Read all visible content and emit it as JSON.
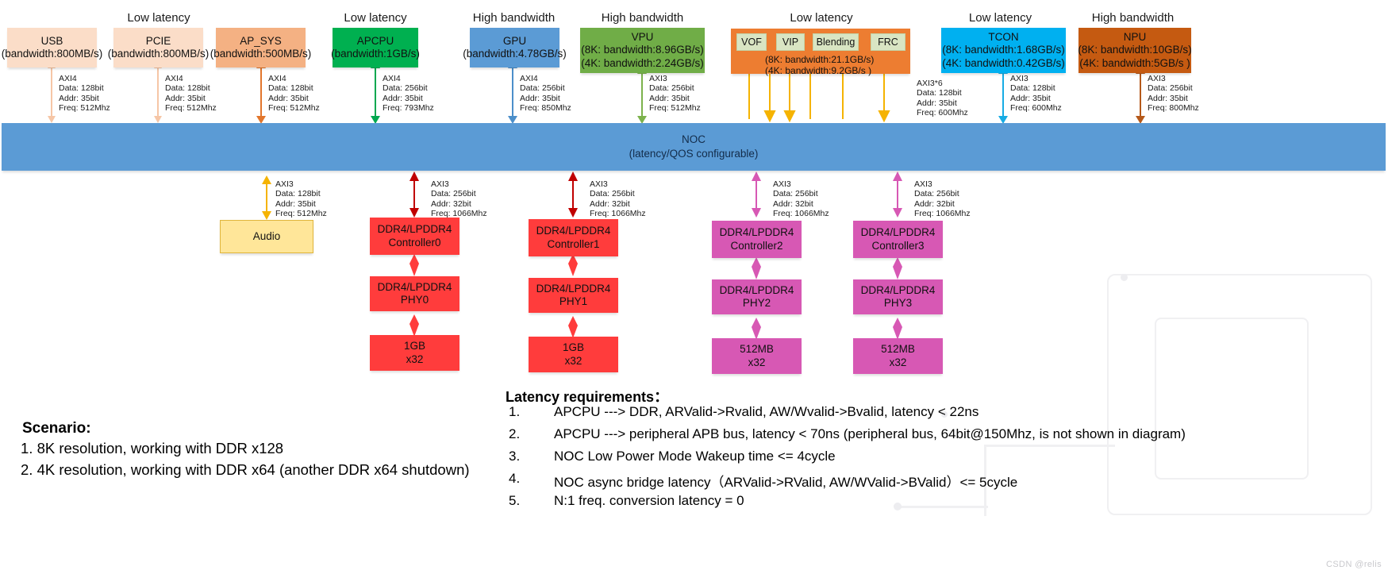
{
  "diagram": {
    "title": "SoC memory subsystem bandwidth / latency architecture",
    "noc": {
      "line1": "NOC",
      "line2": "(latency/QOS configurable)"
    },
    "captions": [
      {
        "text": "Low latency"
      },
      {
        "text": "Low latency"
      },
      {
        "text": "High bandwidth"
      },
      {
        "text": "High bandwidth"
      },
      {
        "text": "Low latency"
      },
      {
        "text": "Low latency"
      },
      {
        "text": "High bandwidth"
      }
    ],
    "masters": [
      {
        "name": "USB",
        "lines": [
          "USB",
          "(bandwidth:800MB/s)"
        ],
        "color": "#fbddc8",
        "axi": {
          "proto": "AXI4",
          "data": "Data: 128bit",
          "addr": "Addr: 35bit",
          "freq": "Freq:  512Mhz"
        }
      },
      {
        "name": "PCIE",
        "lines": [
          "PCIE",
          "(bandwidth:800MB/s)"
        ],
        "color": "#fbddc8",
        "axi": {
          "proto": "AXI4",
          "data": "Data: 128bit",
          "addr": "Addr: 35bit",
          "freq": "Freq:  512Mhz"
        }
      },
      {
        "name": "AP_SYS",
        "lines": [
          "AP_SYS",
          "(bandwidth:500MB/s)"
        ],
        "color": "#f4b183",
        "axi": {
          "proto": "AXI4",
          "data": "Data: 128bit",
          "addr": "Addr: 35bit",
          "freq": "Freq:  512Mhz"
        }
      },
      {
        "name": "APCPU",
        "lines": [
          "APCPU",
          "(bandwidth:1GB/s)"
        ],
        "color": "#00b050",
        "axi": {
          "proto": "AXI4",
          "data": "Data: 256bit",
          "addr": "Addr: 35bit",
          "freq": "Freq:  793Mhz"
        }
      },
      {
        "name": "GPU",
        "lines": [
          "GPU",
          "(bandwidth:4.78GB/s)"
        ],
        "color": "#5b9bd5",
        "axi": {
          "proto": "AXI4",
          "data": "Data: 256bit",
          "addr": "Addr: 35bit",
          "freq": "Freq:  850Mhz"
        }
      },
      {
        "name": "VPU",
        "lines": [
          "VPU",
          "(8K: bandwidth:8.96GB/s)",
          "(4K: bandwidth:2.24GB/s)"
        ],
        "color": "#70ad47",
        "axi": {
          "proto": "AXI3",
          "data": "Data: 256bit",
          "addr": "Addr: 35bit",
          "freq": "Freq: 512Mhz"
        }
      },
      {
        "name": "TCON",
        "lines": [
          "TCON",
          "(8K: bandwidth:1.68GB/s)",
          "(4K: bandwidth:0.42GB/s)"
        ],
        "color": "#00b0f0",
        "axi": {
          "proto": "AXI3",
          "data": "Data: 128bit",
          "addr": "Addr: 35bit",
          "freq": "Freq: 600Mhz"
        }
      },
      {
        "name": "NPU",
        "lines": [
          "NPU",
          "(8K: bandwidth:10GB/s)",
          "(4K: bandwidth:5GB/s )"
        ],
        "color": "#c55a11",
        "axi": {
          "proto": "AXI3",
          "data": "Data: 256bit",
          "addr": "Addr: 35bit",
          "freq": "Freq: 800Mhz"
        }
      }
    ],
    "display_pipeline": {
      "color": "#ed7d31",
      "stages": [
        "VOF",
        "VIP",
        "Blending",
        "FRC"
      ],
      "bw_line1": "(8K: bandwidth:21.1GB/s)",
      "bw_line2": "(4K: bandwidth:9.2GB/s )",
      "axi": {
        "proto": "AXI3*6",
        "data": "Data: 128bit",
        "addr": "Addr: 35bit",
        "freq": "Freq: 600Mhz"
      }
    },
    "audio": {
      "label": "Audio",
      "color": "#ffe699",
      "axi": {
        "proto": "AXI3",
        "data": "Data: 128bit",
        "addr": "Addr: 35bit",
        "freq": "Freq: 512Mhz"
      }
    },
    "memory_channels": [
      {
        "controller": [
          "DDR4/LPDDR4",
          "Controller0"
        ],
        "phy": [
          "DDR4/LPDDR4",
          "PHY0"
        ],
        "dram": [
          "1GB",
          "x32"
        ],
        "color": "#ff3c3c",
        "axi": {
          "proto": "AXI3",
          "data": "Data: 256bit",
          "addr": "Addr: 32bit",
          "freq": "Freq: 1066Mhz"
        }
      },
      {
        "controller": [
          "DDR4/LPDDR4",
          "Controller1"
        ],
        "phy": [
          "DDR4/LPDDR4",
          "PHY1"
        ],
        "dram": [
          "1GB",
          "x32"
        ],
        "color": "#ff3c3c",
        "axi": {
          "proto": "AXI3",
          "data": "Data: 256bit",
          "addr": "Addr: 32bit",
          "freq": "Freq: 1066Mhz"
        }
      },
      {
        "controller": [
          "DDR4/LPDDR4",
          "Controller2"
        ],
        "phy": [
          "DDR4/LPDDR4",
          "PHY2"
        ],
        "dram": [
          "512MB",
          "x32"
        ],
        "color": "#d758b4",
        "axi": {
          "proto": "AXI3",
          "data": "Data: 256bit",
          "addr": "Addr: 32bit",
          "freq": "Freq: 1066Mhz"
        }
      },
      {
        "controller": [
          "DDR4/LPDDR4",
          "Controller3"
        ],
        "phy": [
          "DDR4/LPDDR4",
          "PHY3"
        ],
        "dram": [
          "512MB",
          "x32"
        ],
        "color": "#d758b4",
        "axi": {
          "proto": "AXI3",
          "data": "Data: 256bit",
          "addr": "Addr: 32bit",
          "freq": "Freq: 1066Mhz"
        }
      }
    ],
    "scenario": {
      "title": "Scenario:",
      "items": [
        "1. 8K resolution, working with DDR x128",
        "2. 4K resolution, working with DDR x64 (another DDR x64 shutdown)"
      ]
    },
    "latency": {
      "title": "Latency requirements：",
      "items": [
        {
          "num": "1.",
          "text": "APCPU ---> DDR,  ARValid->Rvalid, AW/Wvalid->Bvalid,  latency < 22ns"
        },
        {
          "num": "2.",
          "text": "APCPU ---> peripheral APB bus, latency < 70ns (peripheral bus, 64bit@150Mhz, is not shown in diagram)"
        },
        {
          "num": "3.",
          "text": "NOC Low Power Mode Wakeup time <= 4cycle"
        },
        {
          "num": "4.",
          "text": "NOC async bridge latency（ARValid->RValid, AW/WValid->BValid）<= 5cycle"
        },
        {
          "num": "5.",
          "text": "N:1 freq. conversion latency = 0"
        }
      ]
    },
    "watermark": "CSDN @relis"
  }
}
